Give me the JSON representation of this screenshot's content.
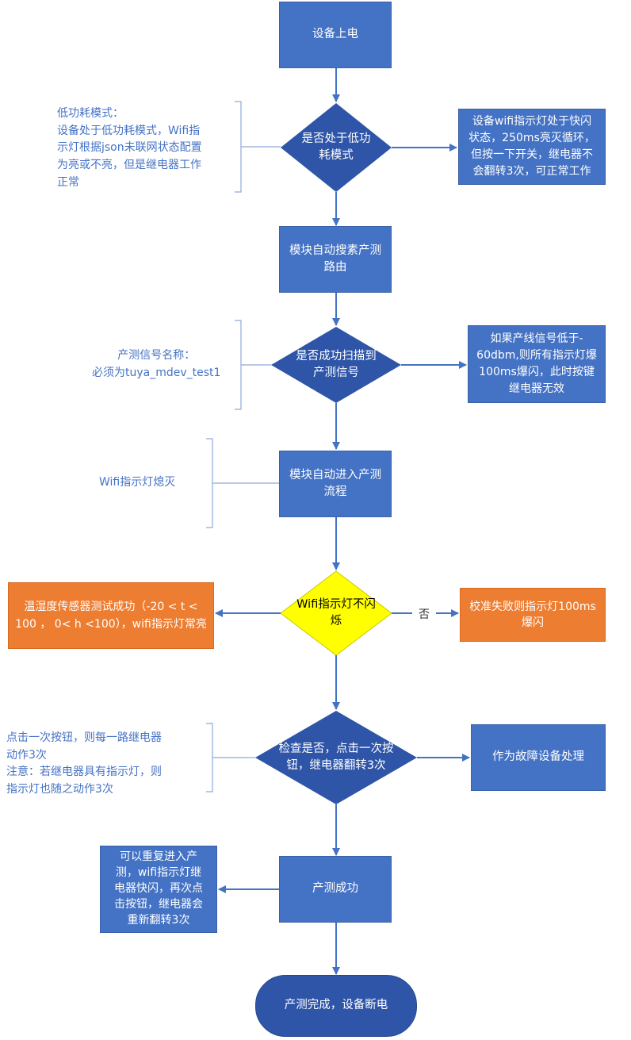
{
  "colors": {
    "process_blue": "#4472c4",
    "decision_blue": "#2f55a8",
    "decision_yellow": "#ffff00",
    "accent_orange": "#ed7d31",
    "note_text": "#4472c4",
    "arrow": "#4472c4"
  },
  "nodes": {
    "power_on": "设备上电",
    "low_power_decision": [
      "是否处于低功",
      "耗模式"
    ],
    "low_power_result": [
      "设备wifi指示灯处于快闪",
      "状态，250ms亮灭循环，",
      "但按一下开关，继电器不",
      "会翻转3次，可正常工作"
    ],
    "auto_search": [
      "模块自动搜素产测",
      "路由"
    ],
    "scan_decision": [
      "是否成功扫描到",
      "产测信号"
    ],
    "signal_result": [
      "如果产线信号低于-",
      "60dbm,则所有指示灯爆",
      "100ms爆闪，此时按键",
      "继电器无效"
    ],
    "enter_test": [
      "模块自动进入产测",
      "流程"
    ],
    "wifi_decision": [
      "Wifi指示灯不闪",
      "烁"
    ],
    "sensor_success": [
      "温湿度传感器测试成功（-20 < t <",
      "100 ， 0< h <100），wifi指示灯常亮"
    ],
    "calib_fail": "校准失败则指示灯100ms爆闪",
    "relay_decision": [
      "检查是否，点击一次按",
      "钮，继电器翻转3次"
    ],
    "fault": "作为故障设备处理",
    "test_success": "产测成功",
    "retest": [
      "可以重复进入产",
      "测，wifi指示灯继",
      "电器快闪，再次点",
      "击按钮，继电器会",
      "重新翻转3次"
    ],
    "done": "产测完成，设备断电"
  },
  "notes": {
    "low_power": [
      "低功耗模式：",
      "设备处于低功耗模式，Wifi指",
      "示灯根据json未联网状态配置",
      "为亮或不亮，但是继电器工作",
      "正常"
    ],
    "signal_name": [
      "产测信号名称：",
      "必须为tuya_mdev_test1"
    ],
    "wifi_off": "Wifi指示灯熄灭",
    "relay_note": [
      "点击一次按钮，则每一路继电器",
      "动作3次",
      "注意：若继电器具有指示灯，则",
      "指示灯也随之动作3次"
    ]
  },
  "edge_labels": {
    "no": "否"
  }
}
